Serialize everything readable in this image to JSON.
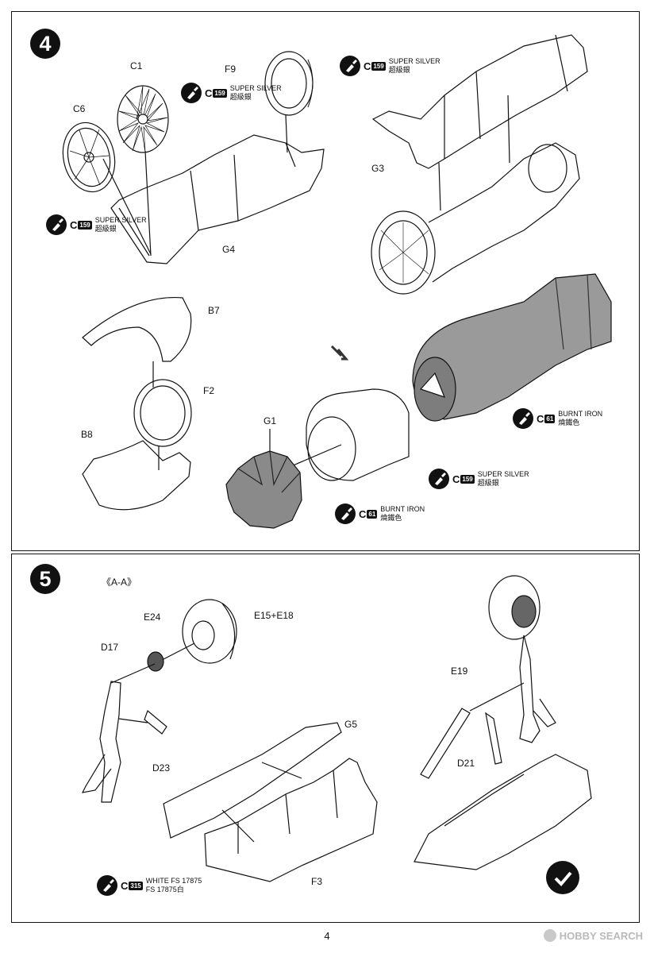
{
  "step4": {
    "number": "4",
    "parts": {
      "c1": "C1",
      "c6": "C6",
      "f9": "F9",
      "g3": "G3",
      "g4": "G4",
      "b7": "B7",
      "f2": "F2",
      "b8": "B8",
      "g1": "G1"
    },
    "paints": [
      {
        "id": "silver-a",
        "code_letter": "C",
        "code_num": "159",
        "en": "SUPER SILVER",
        "zh": "超級銀"
      },
      {
        "id": "silver-b",
        "code_letter": "C",
        "code_num": "159",
        "en": "SUPER SILVER",
        "zh": "超級銀"
      },
      {
        "id": "silver-c",
        "code_letter": "C",
        "code_num": "159",
        "en": "SUPER SILVER",
        "zh": "超級銀"
      },
      {
        "id": "burnt-a",
        "code_letter": "C",
        "code_num": "61",
        "en": "BURNT IRON",
        "zh": "燒鐵色"
      },
      {
        "id": "silver-d",
        "code_letter": "C",
        "code_num": "159",
        "en": "SUPER SILVER",
        "zh": "超級銀"
      },
      {
        "id": "burnt-b",
        "code_letter": "C",
        "code_num": "61",
        "en": "BURNT IRON",
        "zh": "燒鐵色"
      }
    ]
  },
  "step5": {
    "number": "5",
    "section": "《A-A》",
    "parts": {
      "e24": "E24",
      "e15": "E15+E18",
      "d17": "D17",
      "d23": "D23",
      "g5": "G5",
      "f3": "F3",
      "e19": "E19",
      "d21": "D21"
    },
    "paint": {
      "code_letter": "C",
      "code_num": "315",
      "en": "WHITE FS 17875",
      "zh": "FS 17875白"
    }
  },
  "footer": {
    "page_number": "4",
    "watermark": "HOBBY SEARCH"
  },
  "colors": {
    "ink": "#111111",
    "shade": "#9a9a9a",
    "dark_shade": "#7d7d7d"
  }
}
